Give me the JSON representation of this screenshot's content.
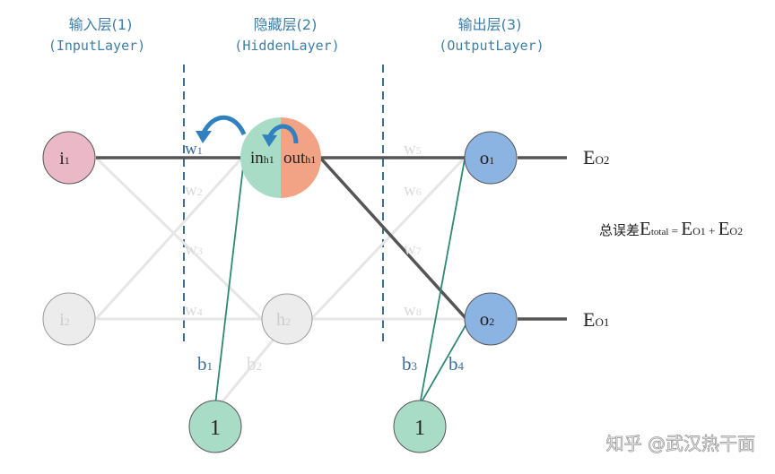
{
  "layers": {
    "input": {
      "title": "输入层(1)",
      "subtitle": "(InputLayer)"
    },
    "hidden": {
      "title": "隐藏层(2)",
      "subtitle": "(HiddenLayer)"
    },
    "output": {
      "title": "输出层(3)",
      "subtitle": "(OutputLayer)"
    }
  },
  "nodes": {
    "i1": {
      "base": "i",
      "sub": "1"
    },
    "i2": {
      "base": "i",
      "sub": "2"
    },
    "h1_in": {
      "base": "in",
      "sub": "h1"
    },
    "h1_out": {
      "base": "out",
      "sub": "h1"
    },
    "h2": {
      "base": "h",
      "sub": "2"
    },
    "o1": {
      "base": "o",
      "sub": "1"
    },
    "o2": {
      "base": "o",
      "sub": "2"
    },
    "bias1": "1",
    "bias2": "1"
  },
  "weights": {
    "w1": {
      "base": "w",
      "sub": "1"
    },
    "w2": {
      "base": "w",
      "sub": "2"
    },
    "w3": {
      "base": "w",
      "sub": "3"
    },
    "w4": {
      "base": "w",
      "sub": "4"
    },
    "w5": {
      "base": "w",
      "sub": "5"
    },
    "w6": {
      "base": "w",
      "sub": "6"
    },
    "w7": {
      "base": "w",
      "sub": "7"
    },
    "w8": {
      "base": "w",
      "sub": "8"
    }
  },
  "biases": {
    "b1": {
      "base": "b",
      "sub": "1"
    },
    "b2": {
      "base": "b",
      "sub": "2"
    },
    "b3": {
      "base": "b",
      "sub": "3"
    },
    "b4": {
      "base": "b",
      "sub": "4"
    }
  },
  "errors": {
    "eo2_top": {
      "base": "E",
      "sub": "O2"
    },
    "eo1_bottom": {
      "base": "E",
      "sub": "O1"
    },
    "total_prefix": "总误差",
    "total_base": "E",
    "total_sub": "total",
    "equals": " = ",
    "term1_base": "E",
    "term1_sub": "O1",
    "plus": " + ",
    "term2_base": "E",
    "term2_sub": "O2"
  },
  "watermark": "知乎 @武汉热干面",
  "colors": {
    "layer_text": "#3f7fa7",
    "dashed_line": "#3f6f8f",
    "input_node_fill": "#eab8c6",
    "inactive_node_fill": "#ececec",
    "hidden_in_fill": "#a9dcc6",
    "hidden_out_fill": "#f2a385",
    "output_node_fill": "#8cb4e2",
    "bias_node_fill": "#a9dcc6",
    "active_edge": "#555555",
    "inactive_edge": "#e6e6e6",
    "bias_edge": "#2f8a72",
    "arrow": "#3181be",
    "bias_label": "#3a6ea0"
  }
}
